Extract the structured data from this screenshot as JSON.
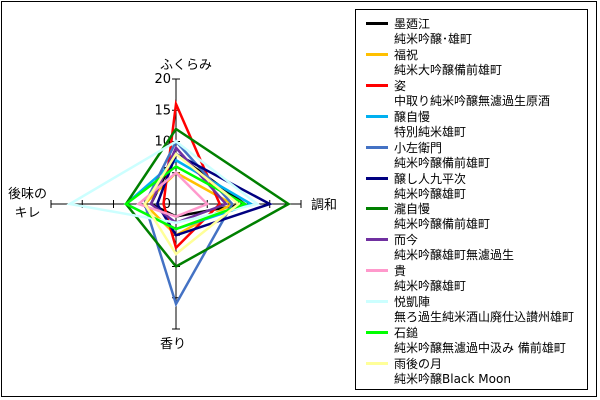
{
  "chart_data": {
    "type": "radar",
    "axes": [
      {
        "key": "fukurami",
        "label_lines": [
          "ふくらみ"
        ]
      },
      {
        "key": "chowa",
        "label_lines": [
          "調和"
        ]
      },
      {
        "key": "kaori",
        "label_lines": [
          "香り"
        ]
      },
      {
        "key": "kire",
        "label_lines": [
          "後味の",
          "キレ"
        ]
      }
    ],
    "range": [
      0,
      20
    ],
    "ticks": [
      "0",
      "5",
      "10",
      "15",
      "20"
    ],
    "series": [
      {
        "name": "墨廼江",
        "sub": "純米吟醸･雄町",
        "color": "#000000",
        "values": {
          "fukurami": 8,
          "chowa": 11,
          "kaori": 2,
          "kire": 4
        }
      },
      {
        "name": "福祝",
        "sub": "純米大吟醸備前雄町",
        "color": "#ffc000",
        "values": {
          "fukurami": 5,
          "chowa": 9,
          "kaori": 5,
          "kire": 5
        }
      },
      {
        "name": "姿",
        "sub": "中取り純米吟醸無濾過生原酒",
        "color": "#ff0000",
        "values": {
          "fukurami": 16,
          "chowa": 7,
          "kaori": 7,
          "kire": 2
        }
      },
      {
        "name": "醸自慢",
        "sub": "特別純米雄町",
        "color": "#00b0f0",
        "values": {
          "fukurami": 7,
          "chowa": 12,
          "kaori": 4,
          "kire": 8
        }
      },
      {
        "name": "小左衛門",
        "sub": "純米吟醸備前雄町",
        "color": "#4472c4",
        "values": {
          "fukurami": 10,
          "chowa": 9,
          "kaori": 16,
          "kire": 5
        }
      },
      {
        "name": "醸し人九平次",
        "sub": "純米吟醸雄町",
        "color": "#000080",
        "values": {
          "fukurami": 8,
          "chowa": 15,
          "kaori": 5,
          "kire": 3
        }
      },
      {
        "name": "瀧自慢",
        "sub": "純米吟醸備前雄町",
        "color": "#008000",
        "values": {
          "fukurami": 12,
          "chowa": 18,
          "kaori": 10,
          "kire": 8
        }
      },
      {
        "name": "而今",
        "sub": "純米吟醸雄町無濾過生",
        "color": "#7030a0",
        "values": {
          "fukurami": 9,
          "chowa": 8,
          "kaori": 3,
          "kire": 4
        }
      },
      {
        "name": "貴",
        "sub": "純米吟醸雄町",
        "color": "#ff99cc",
        "values": {
          "fukurami": 5,
          "chowa": 5,
          "kaori": 2,
          "kire": 6
        }
      },
      {
        "name": "悦凱陣",
        "sub": "無ろ過生純米酒山廃仕込讃州雄町",
        "color": "#ccffff",
        "values": {
          "fukurami": 10,
          "chowa": 13,
          "kaori": 3,
          "kire": 17
        }
      },
      {
        "name": "石鎚",
        "sub": "純米吟醸無濾過中汲み 備前雄町",
        "color": "#00ff00",
        "values": {
          "fukurami": 6,
          "chowa": 11,
          "kaori": 4,
          "kire": 8
        }
      },
      {
        "name": "雨後の月",
        "sub": "純米吟醸Black Moon",
        "color": "#ffff99",
        "values": {
          "fukurami": 8,
          "chowa": 10,
          "kaori": 8,
          "kire": 5
        }
      }
    ]
  }
}
